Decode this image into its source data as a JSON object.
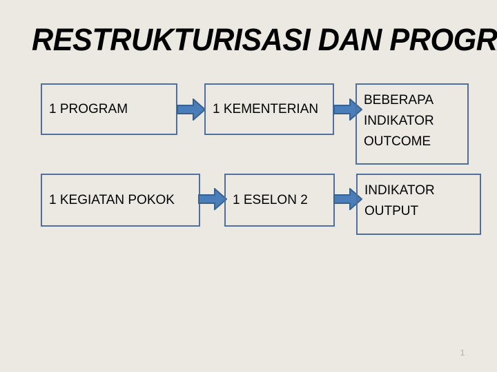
{
  "slide": {
    "background_color": "#EBE9E1",
    "title": "RESTRUKTURISASI DAN PROGRAM",
    "page_number": "1"
  },
  "theme": {
    "box_border_color": "#4F6F9F",
    "arrow_fill_color": "#4A7EBB",
    "arrow_stroke_color": "#38618F",
    "text_color": "#000000",
    "page_number_color": "#B3AEA2"
  },
  "diagram": {
    "rows": [
      {
        "name": "outcome-row",
        "boxes": [
          {
            "id": "program",
            "lines": [
              "1 PROGRAM"
            ]
          },
          {
            "id": "kementerian",
            "lines": [
              "1 KEMENTERIAN"
            ]
          },
          {
            "id": "indikator-outcome",
            "lines": [
              "BEBERAPA",
              "INDIKATOR",
              "OUTCOME"
            ]
          }
        ],
        "arrows": [
          {
            "id": "program-to-kementerian",
            "direction": "right"
          },
          {
            "id": "kementerian-to-outcome",
            "direction": "right"
          }
        ]
      },
      {
        "name": "output-row",
        "boxes": [
          {
            "id": "kegiatan-pokok",
            "lines": [
              "1 KEGIATAN POKOK"
            ]
          },
          {
            "id": "eselon",
            "lines": [
              "1 ESELON 2"
            ]
          },
          {
            "id": "indikator-output",
            "lines": [
              "INDIKATOR",
              "OUTPUT"
            ]
          }
        ],
        "arrows": [
          {
            "id": "kegiatan-to-eselon",
            "direction": "right"
          },
          {
            "id": "eselon-to-output",
            "direction": "right"
          }
        ]
      }
    ]
  }
}
